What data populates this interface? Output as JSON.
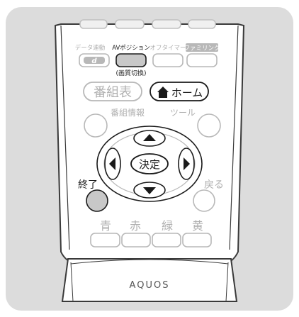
{
  "remote": {
    "brand": "AQUOS",
    "top_labels": {
      "d_data": "データ連動",
      "av_position": "AVポジション",
      "off_timer": "オフタイマー",
      "famlink": "ファミリンク"
    },
    "d_button_symbol": "d",
    "av_sublabel": "(画質切換)",
    "program_guide": "番組表",
    "home": "ホーム",
    "program_info": "番組情報",
    "tools": "ツール",
    "enter": "決定",
    "exit": "終了",
    "back": "戻る",
    "colors": {
      "blue": "青",
      "red": "赤",
      "green": "緑",
      "yellow": "黄"
    }
  },
  "theme": {
    "panel_bg": "#dcdcdc",
    "remote_body": "#ffffff",
    "remote_outline": "#4a4a4a",
    "inactive": "#b8b8b8",
    "active_fill": "#c8c8c8",
    "dark": "#1a1a1a"
  }
}
